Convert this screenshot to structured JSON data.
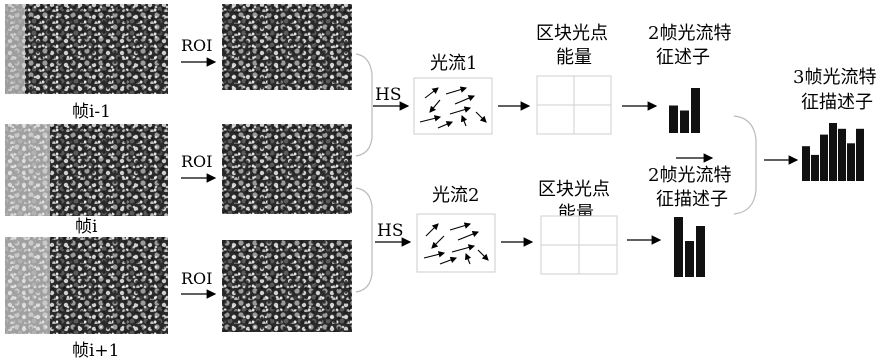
{
  "frames": [
    {
      "label": "帧i-1",
      "roi_label": "ROI"
    },
    {
      "label": "帧i",
      "roi_label": "ROI"
    },
    {
      "label": "帧i+1",
      "roi_label": "ROI"
    }
  ],
  "flows": [
    {
      "hs_label": "HS",
      "flow_label": "光流1",
      "energy_label_line1": "区块光点",
      "energy_label_line2": "能量",
      "desc_label_line1": "2帧光流特",
      "desc_label_line2": "征述子",
      "bars": [
        0.55,
        0.45,
        0.9
      ]
    },
    {
      "hs_label": "HS",
      "flow_label": "光流2",
      "energy_label_line1": "区块光点",
      "energy_label_line2": "能量",
      "desc_label_line1": "2帧光流特",
      "desc_label_line2": "征描述子",
      "bars": [
        1.0,
        0.6,
        0.85
      ]
    }
  ],
  "final": {
    "label_line1": "3帧光流特",
    "label_line2": "征描述子",
    "bars": [
      0.6,
      0.45,
      0.8,
      1.0,
      0.9,
      0.65,
      0.9
    ]
  },
  "style": {
    "crowd_dark": "#1a1a1a",
    "crowd_mid": "#6b6b6b",
    "crowd_light": "#d8d8d8",
    "bar_color": "#111111"
  }
}
